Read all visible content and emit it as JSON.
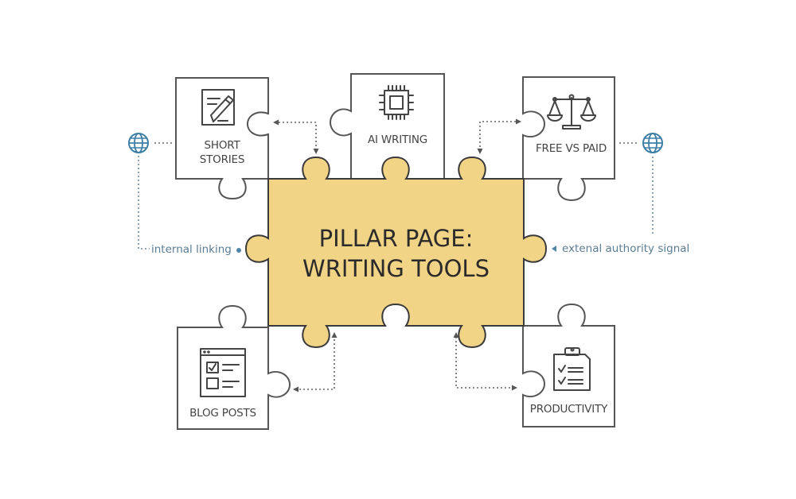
{
  "diagram": {
    "center": {
      "title_line1": "PILLAR PAGE:",
      "title_line2": "WRITING TOOLS",
      "fill_color": "#f2d486"
    },
    "pieces": [
      {
        "id": "short-stories",
        "label_line1": "SHORT",
        "label_line2": "STORIES",
        "icon": "document-pencil-icon"
      },
      {
        "id": "ai-writing",
        "label_line1": "AI WRITING",
        "icon": "cpu-chip-icon"
      },
      {
        "id": "free-vs-paid",
        "label_line1": "FREE VS PAID",
        "icon": "balance-scale-icon"
      },
      {
        "id": "blog-posts",
        "label_line1": "BLOG POSTS",
        "icon": "browser-checklist-icon"
      },
      {
        "id": "productivity",
        "label_line1": "PRODUCTIVITY",
        "icon": "clipboard-checklist-icon"
      }
    ],
    "annotations": {
      "left": "internal linking",
      "right": "extenal authority signal"
    },
    "accent_color": "#3f7fa6",
    "globe_icons": [
      "globe-icon-left",
      "globe-icon-right"
    ]
  }
}
